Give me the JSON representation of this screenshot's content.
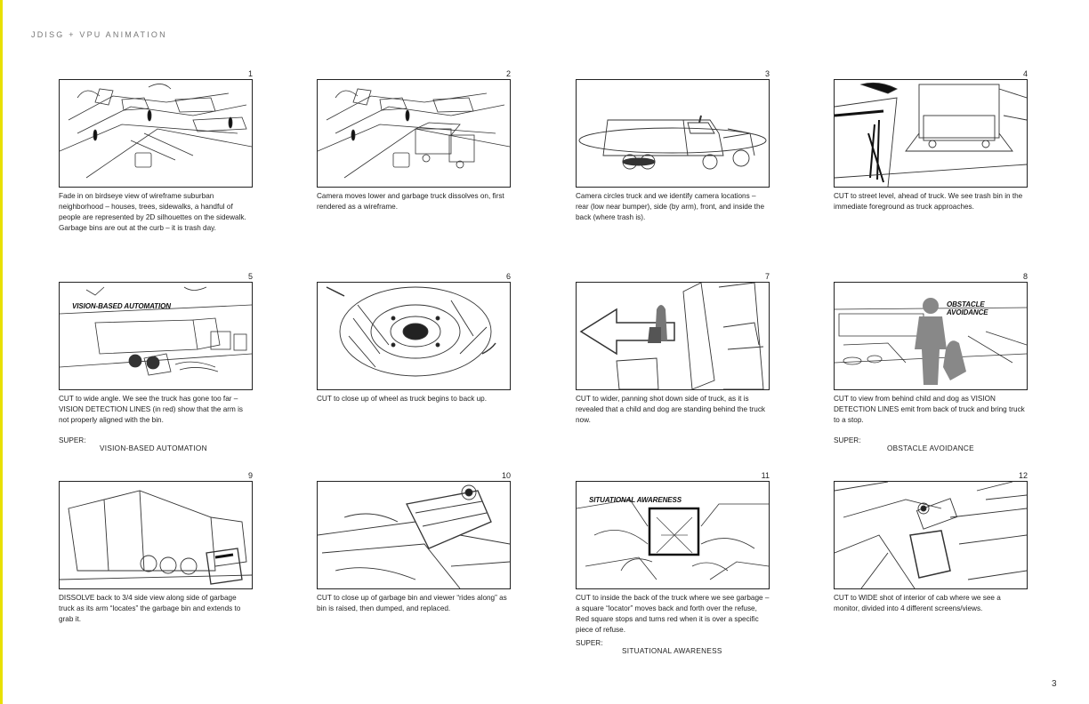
{
  "header": "JDISG + VPU ANIMATION",
  "page_number": "3",
  "panels": [
    {
      "num": "1",
      "desc": "Fade in on birdseye view of wireframe suburban neighborhood – houses, trees, sidewalks, a handful of people are represented by 2D silhouettes on the sidewalk. Garbage bins are out at the curb – it is trash day."
    },
    {
      "num": "2",
      "desc": "Camera moves lower and garbage truck dissolves on, first rendered as a wireframe."
    },
    {
      "num": "3",
      "desc": "Camera circles truck and we identify camera locations – rear (low near bumper), side (by arm), front, and inside the back (where trash is)."
    },
    {
      "num": "4",
      "desc": "CUT to street level, ahead of truck. We see trash bin in the immediate foreground as truck approaches."
    },
    {
      "num": "5",
      "desc": "CUT to wide angle. We see the truck has gone too far – VISION DETECTION LINES (in red) show that the arm is not properly aligned with the bin.",
      "overlay": "VISION-BASED AUTOMATION",
      "super_label": "SUPER:",
      "super_text": "VISION-BASED AUTOMATION"
    },
    {
      "num": "6",
      "desc": "CUT to close up of wheel as truck begins to back up."
    },
    {
      "num": "7",
      "desc": "CUT to wider, panning shot down side of truck, as it is revealed that a child and dog are standing behind the truck now."
    },
    {
      "num": "8",
      "desc": "CUT to view from behind child and dog as VISION DETECTION LINES emit from back of truck and bring truck to a stop.",
      "overlay": "OBSTACLE AVOIDANCE",
      "super_label": "SUPER:",
      "super_text": "OBSTACLE AVOIDANCE"
    },
    {
      "num": "9",
      "desc": "DISSOLVE back to 3/4 side view along side of garbage truck as its arm “locates” the garbage bin and extends to grab it."
    },
    {
      "num": "10",
      "desc": "CUT to close up of garbage bin and viewer “rides along” as bin is raised, then dumped, and replaced."
    },
    {
      "num": "11",
      "desc": "CUT to inside the back of the truck where we see garbage – a square “locator” moves back and forth over the refuse, Red square stops and turns red when it is over a specific piece of refuse.",
      "overlay": "SITUATIONAL AWARENESS",
      "super_label": "SUPER:",
      "super_text": "SITUATIONAL AWARENESS"
    },
    {
      "num": "12",
      "desc": "CUT to WIDE shot of interior of cab where we see a monitor, divided into 4 different screens/views."
    }
  ]
}
